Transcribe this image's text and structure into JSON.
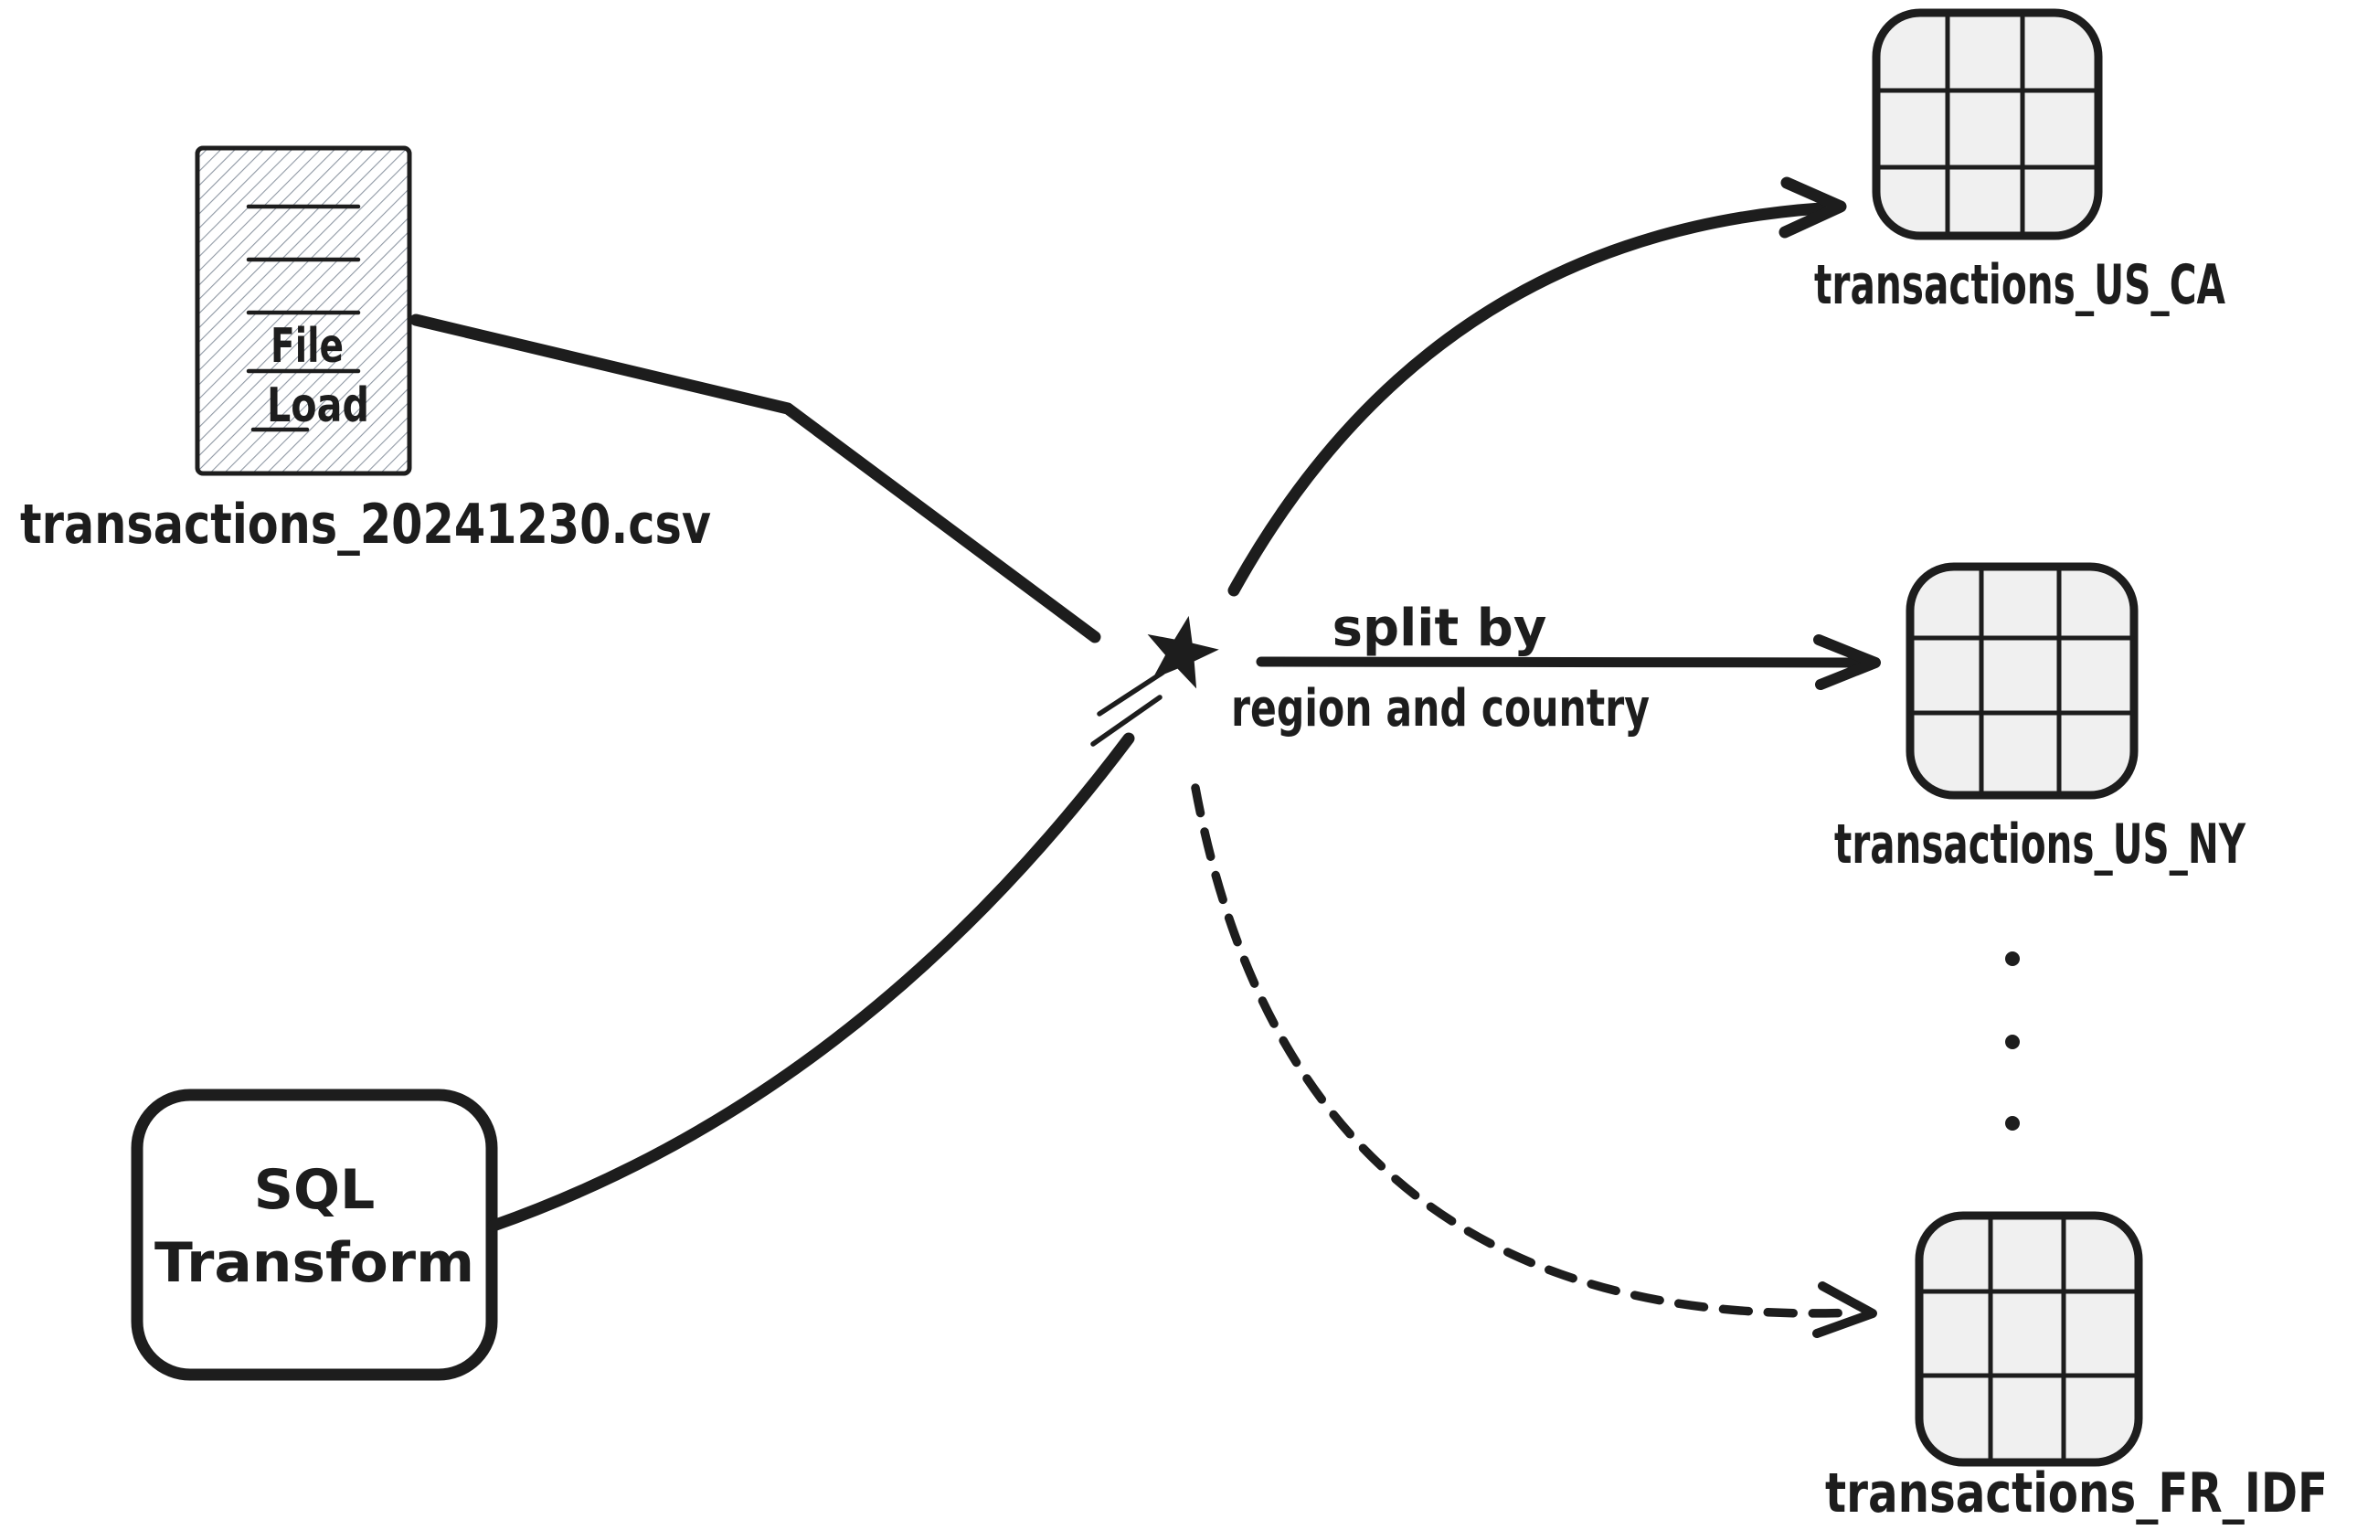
{
  "diagram": {
    "source_file": {
      "icon": "document-file-icon",
      "icon_label_line1": "File",
      "icon_label_line2": "Load",
      "caption": "transactions_20241230.csv"
    },
    "transform_node": {
      "label_line1": "SQL",
      "label_line2": "Transform"
    },
    "splitter": {
      "icon": "star-burst-icon",
      "label_line1": "split by",
      "label_line2": "region and country"
    },
    "outputs": [
      {
        "icon": "table-grid-icon",
        "caption": "transactions_US_CA"
      },
      {
        "icon": "table-grid-icon",
        "caption": "transactions_US_NY"
      },
      {
        "icon": "table-grid-icon",
        "caption": "transactions_FR_IDF"
      }
    ],
    "ellipsis": "vertical-ellipsis-dots",
    "colors": {
      "ink": "#1d1d1d",
      "table_fill": "#f0f0f0",
      "hatch": "#8f98a4",
      "background": "#ffffff"
    }
  }
}
